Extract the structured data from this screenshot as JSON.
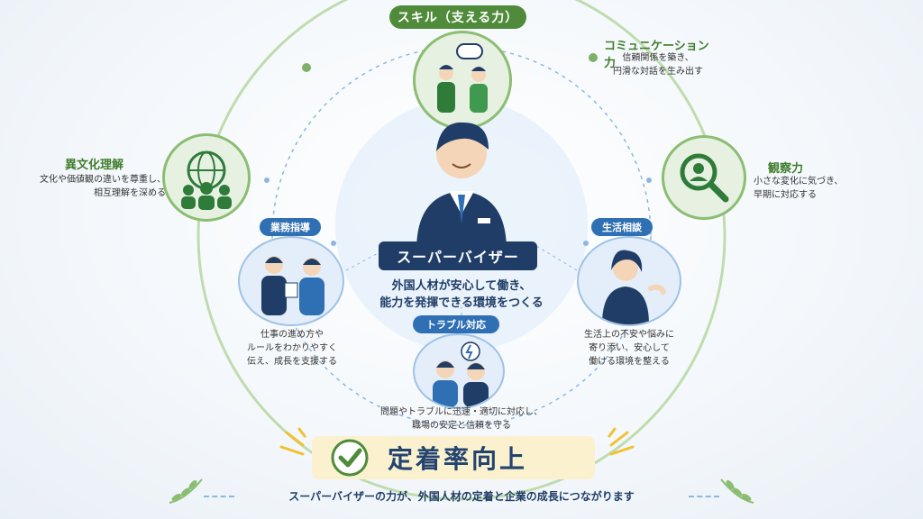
{
  "skill_header": "スキル（支える力）",
  "communication": {
    "title": "コミュニケーション力",
    "desc_line1": "信頼関係を築き、",
    "desc_line2": "円滑な対話を生み出す"
  },
  "intercultural": {
    "title": "異文化理解",
    "desc_line1": "文化や価値観の違いを尊重し、",
    "desc_line2": "相互理解を深める"
  },
  "observation": {
    "title": "観察力",
    "desc_line1": "小さな変化に気づき、",
    "desc_line2": "早期に対応する"
  },
  "business_guidance": {
    "label": "業務指導",
    "desc_line1": "仕事の進め方や",
    "desc_line2": "ルールをわかりやすく",
    "desc_line3": "伝え、成長を支援する"
  },
  "life_consult": {
    "label": "生活相談",
    "desc_line1": "生活上の不安や悩みに",
    "desc_line2": "寄り添い、安心して",
    "desc_line3": "働ける環境を整える"
  },
  "trouble": {
    "label": "トラブル対応",
    "desc_line1": "問題やトラブルに迅速・適切に対応し、",
    "desc_line2": "職場の安定と信頼を守る"
  },
  "supervisor": {
    "label": "スーパーバイザー",
    "mission_line1": "外国人材が安心して働き、",
    "mission_line2": "能力を発揮できる環境をつくる"
  },
  "result": "定着率向上",
  "footer": "スーパーバイザーの力が、外国人材の定着と企業の成長につながります",
  "colors": {
    "green": "#4f8b3a",
    "navy": "#1f3d66",
    "blue": "#2f6fb3",
    "yellow": "#fbf1cf"
  },
  "icons": [
    "speech-bubble-icon",
    "globe-people-icon",
    "magnifier-person-icon",
    "checkmark-icon",
    "laurel-icon",
    "lightning-icon"
  ]
}
